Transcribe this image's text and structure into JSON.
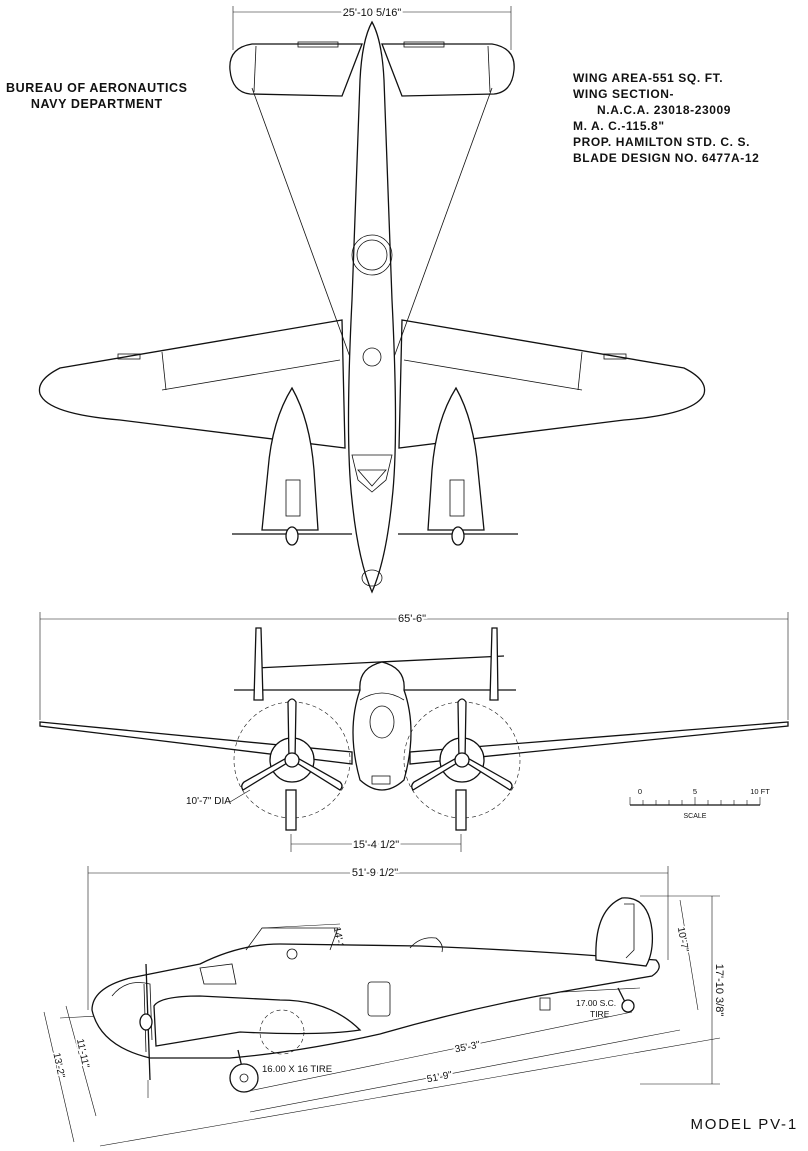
{
  "header": {
    "bureau_line1": "Bureau of Aeronautics",
    "bureau_line2": "Navy Department"
  },
  "specs": {
    "wing_area": "WING AREA-551 SQ. FT.",
    "wing_section": "WING SECTION-",
    "naca": "N.A.C.A. 23018-23009",
    "mac": "M. A. C.-115.8\"",
    "prop": "PROP. HAMILTON STD. C. S.",
    "blade": "BLADE DESIGN NO. 6477A-12"
  },
  "dimensions": {
    "tail_span": "25'-10 5/16\"",
    "wing_span": "65'-6\"",
    "prop_dia": "10'-7\" DIA",
    "gear_track": "15'-4 1/2\"",
    "overall_length": "51'-9 1/2\"",
    "length_lower": "51'-9\"",
    "length_mid": "35'-3\"",
    "height_front": "13'-2\"",
    "height_front_inner": "11'-11\"",
    "fin_height": "10'-7\"",
    "overall_height": "17'-10 3/8\"",
    "canopy_len": "14'-3\"",
    "main_tire": "16.00 X 16 TIRE",
    "tail_tire_1": "17.00 S.C.",
    "tail_tire_2": "TIRE"
  },
  "scale_bar": {
    "ticks": [
      "0",
      "5",
      "10 FT"
    ],
    "label": "SCALE"
  },
  "footer": {
    "model": "Model PV-1"
  }
}
